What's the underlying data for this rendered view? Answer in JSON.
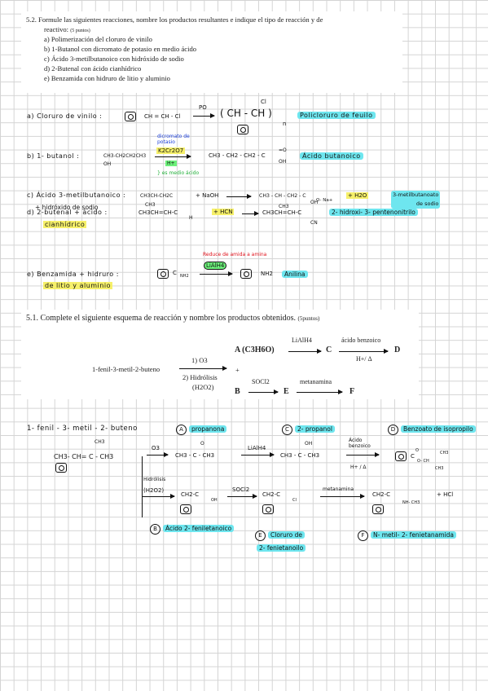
{
  "q52": {
    "title": "5.2. Formule las siguientes reacciones, nombre los productos resultantes e indique el tipo de reacción y de",
    "title2": "reactivo:",
    "points": "(5 puntos)",
    "items": [
      "a) Polimerización del cloruro de vinilo",
      "b) 1-Butanol con dicromato de potasio en medio ácido",
      "c) Ácido 3-metilbutanoico con hidróxido de sodio",
      "d) 2-Butenal con ácido cianhídrico",
      "e) Benzamida con hidruro de litio y aluminio"
    ]
  },
  "answers52": {
    "a": {
      "label": "a) Cloruro de vinilo :",
      "reactant": "CH = CH - Cl",
      "cat": "PO",
      "polymer": "( CH - CH )",
      "sub_n": "n",
      "cl": "Cl",
      "product": "Policloruro de feuilo"
    },
    "b": {
      "label": "b) 1- butanol :",
      "reactant": "CH3-CH2CH2CH3",
      "oh": "OH",
      "blue_note1": "dicromato de",
      "blue_note2": "potasio",
      "reagent": "K2Cr2O7",
      "hplus": "H+",
      "green_note": "} es medio ácido",
      "prod": "CH3 - CH2 - CH2 - C",
      "prod_o": "=O",
      "prod_oh": "OH",
      "product": "Ácido butanoico"
    },
    "c": {
      "label": "c) Ácido 3-metilbutanoico :",
      "label2": "+ hidróxido de sodio",
      "reactant": "CH3CH-CH2C",
      "ch3": "CH3",
      "plus": "+ NaOH",
      "prod": "CH3 - CH - CH2 - C",
      "prod_sub": "O- Na+",
      "prod_ch3": "CH3",
      "water": "+ H2O",
      "product1": "3-metilbutanoato",
      "product2": "de sodio"
    },
    "d": {
      "label": "d) 2-butenal + ácido :",
      "label2": "cianhídrico",
      "reactant": "CH3CH=CH-C",
      "reactant_h": "H",
      "plus": "+ HCN",
      "prod": "CH3CH=CH-C",
      "oh": "OH",
      "cn": "CN",
      "product": "2- hidroxi- 3- pentenonitrilo"
    },
    "e": {
      "label": "e) Benzamida + hidruro :",
      "label2": "de litio y aluminio",
      "reactant": "C",
      "nh2": "NH2",
      "red_note": "Reduce de amida a amina",
      "reagent": "LiAlH4",
      "prod": "NH2",
      "product": "Anilina"
    }
  },
  "q51": {
    "title": "5.1.  Complete el siguiente esquema de reacción y nombre los productos obtenidos.",
    "points": "(5puntos)",
    "start": "1-fenil-3-metil-2-buteno",
    "step1": "1) O3",
    "step2": "2) Hidrólisis",
    "step2b": "(H2O2)",
    "plus": "+",
    "A": "A (C3H6O)",
    "lialh4": "LiAlH4",
    "C": "C",
    "acid": "ácido benzoico",
    "cond": "H+/ Δ",
    "D": "D",
    "B": "B",
    "socl2": "SOCl2",
    "E": "E",
    "metanamina": "metanamina",
    "F": "F"
  },
  "answers51": {
    "start": "1- fenil - 3- metil - 2- buteno",
    "A": "propanona",
    "C": "2- propanol",
    "D": "Benzoato de isopropilo",
    "start_struct": "CH3- CH= C - CH3",
    "start_ch3": "CH3",
    "o3": "O3",
    "acetone": "CH3 - C - CH3",
    "acetone_o": "O",
    "lialh4": "LiAlH4",
    "propanol": "CH3 - C - CH3",
    "propanol_oh": "OH",
    "acid1": "Ácido",
    "acid2": "benzoico",
    "cond": "H+ / Δ",
    "ester": "C",
    "ester_o": "O",
    "ester_ch3": "CH3",
    "ester_och": "O- CH",
    "ester_ch3b": "CH3",
    "hidrolisis": "Hidrólisis",
    "h2o2": "(H2O2)",
    "B_struct": "CH2-C",
    "B_oh": "OH",
    "socl2": "SOCl2",
    "E_struct": "CH2-C",
    "E_cl": "Cl",
    "metanamina": "metanamina",
    "F_struct": "CH2-C",
    "F_nh": "NH- CH3",
    "hcl": "+ HCl",
    "B": "Ácido 2- feniletanoico",
    "E1": "Cloruro de",
    "E2": "2- fenietanoilo",
    "F": "N- metil- 2- fenietanamida"
  }
}
